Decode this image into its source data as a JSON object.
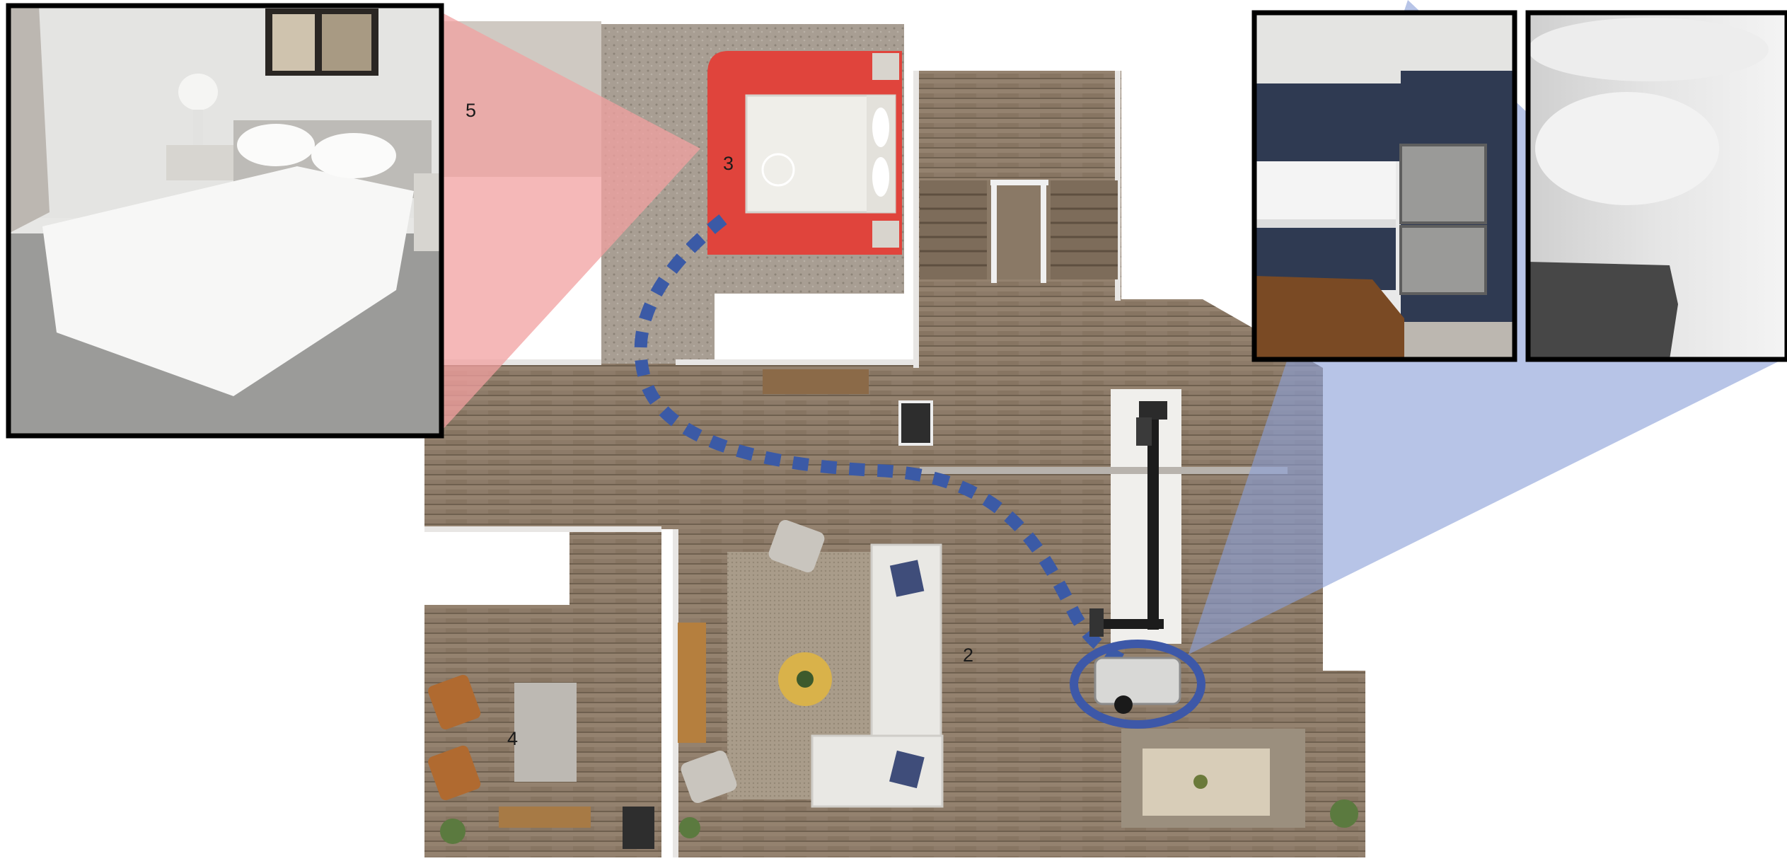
{
  "figure": {
    "room_labels": [
      "2",
      "3",
      "4",
      "5"
    ]
  },
  "colors": {
    "floor_wood": "#8c7a68",
    "floor_dark": "#6f5f50",
    "carpet": "#b8aa95",
    "target_zone": "#e0443c",
    "camera_fov_red": "#f29a9a",
    "camera_fov_blue": "#8aa0d8",
    "path_dashes": "#3b5aa6",
    "robot_ring": "#3d58a8",
    "frame_border": "#000000"
  },
  "icons": {
    "robot": "mobile-manipulator-robot",
    "path": "dashed-navigation-path",
    "goal": "target-region",
    "bedroom_view": "rgb-camera-view",
    "kitchen_rgb": "rgb-camera-view",
    "kitchen_depth": "depth-image-view"
  }
}
